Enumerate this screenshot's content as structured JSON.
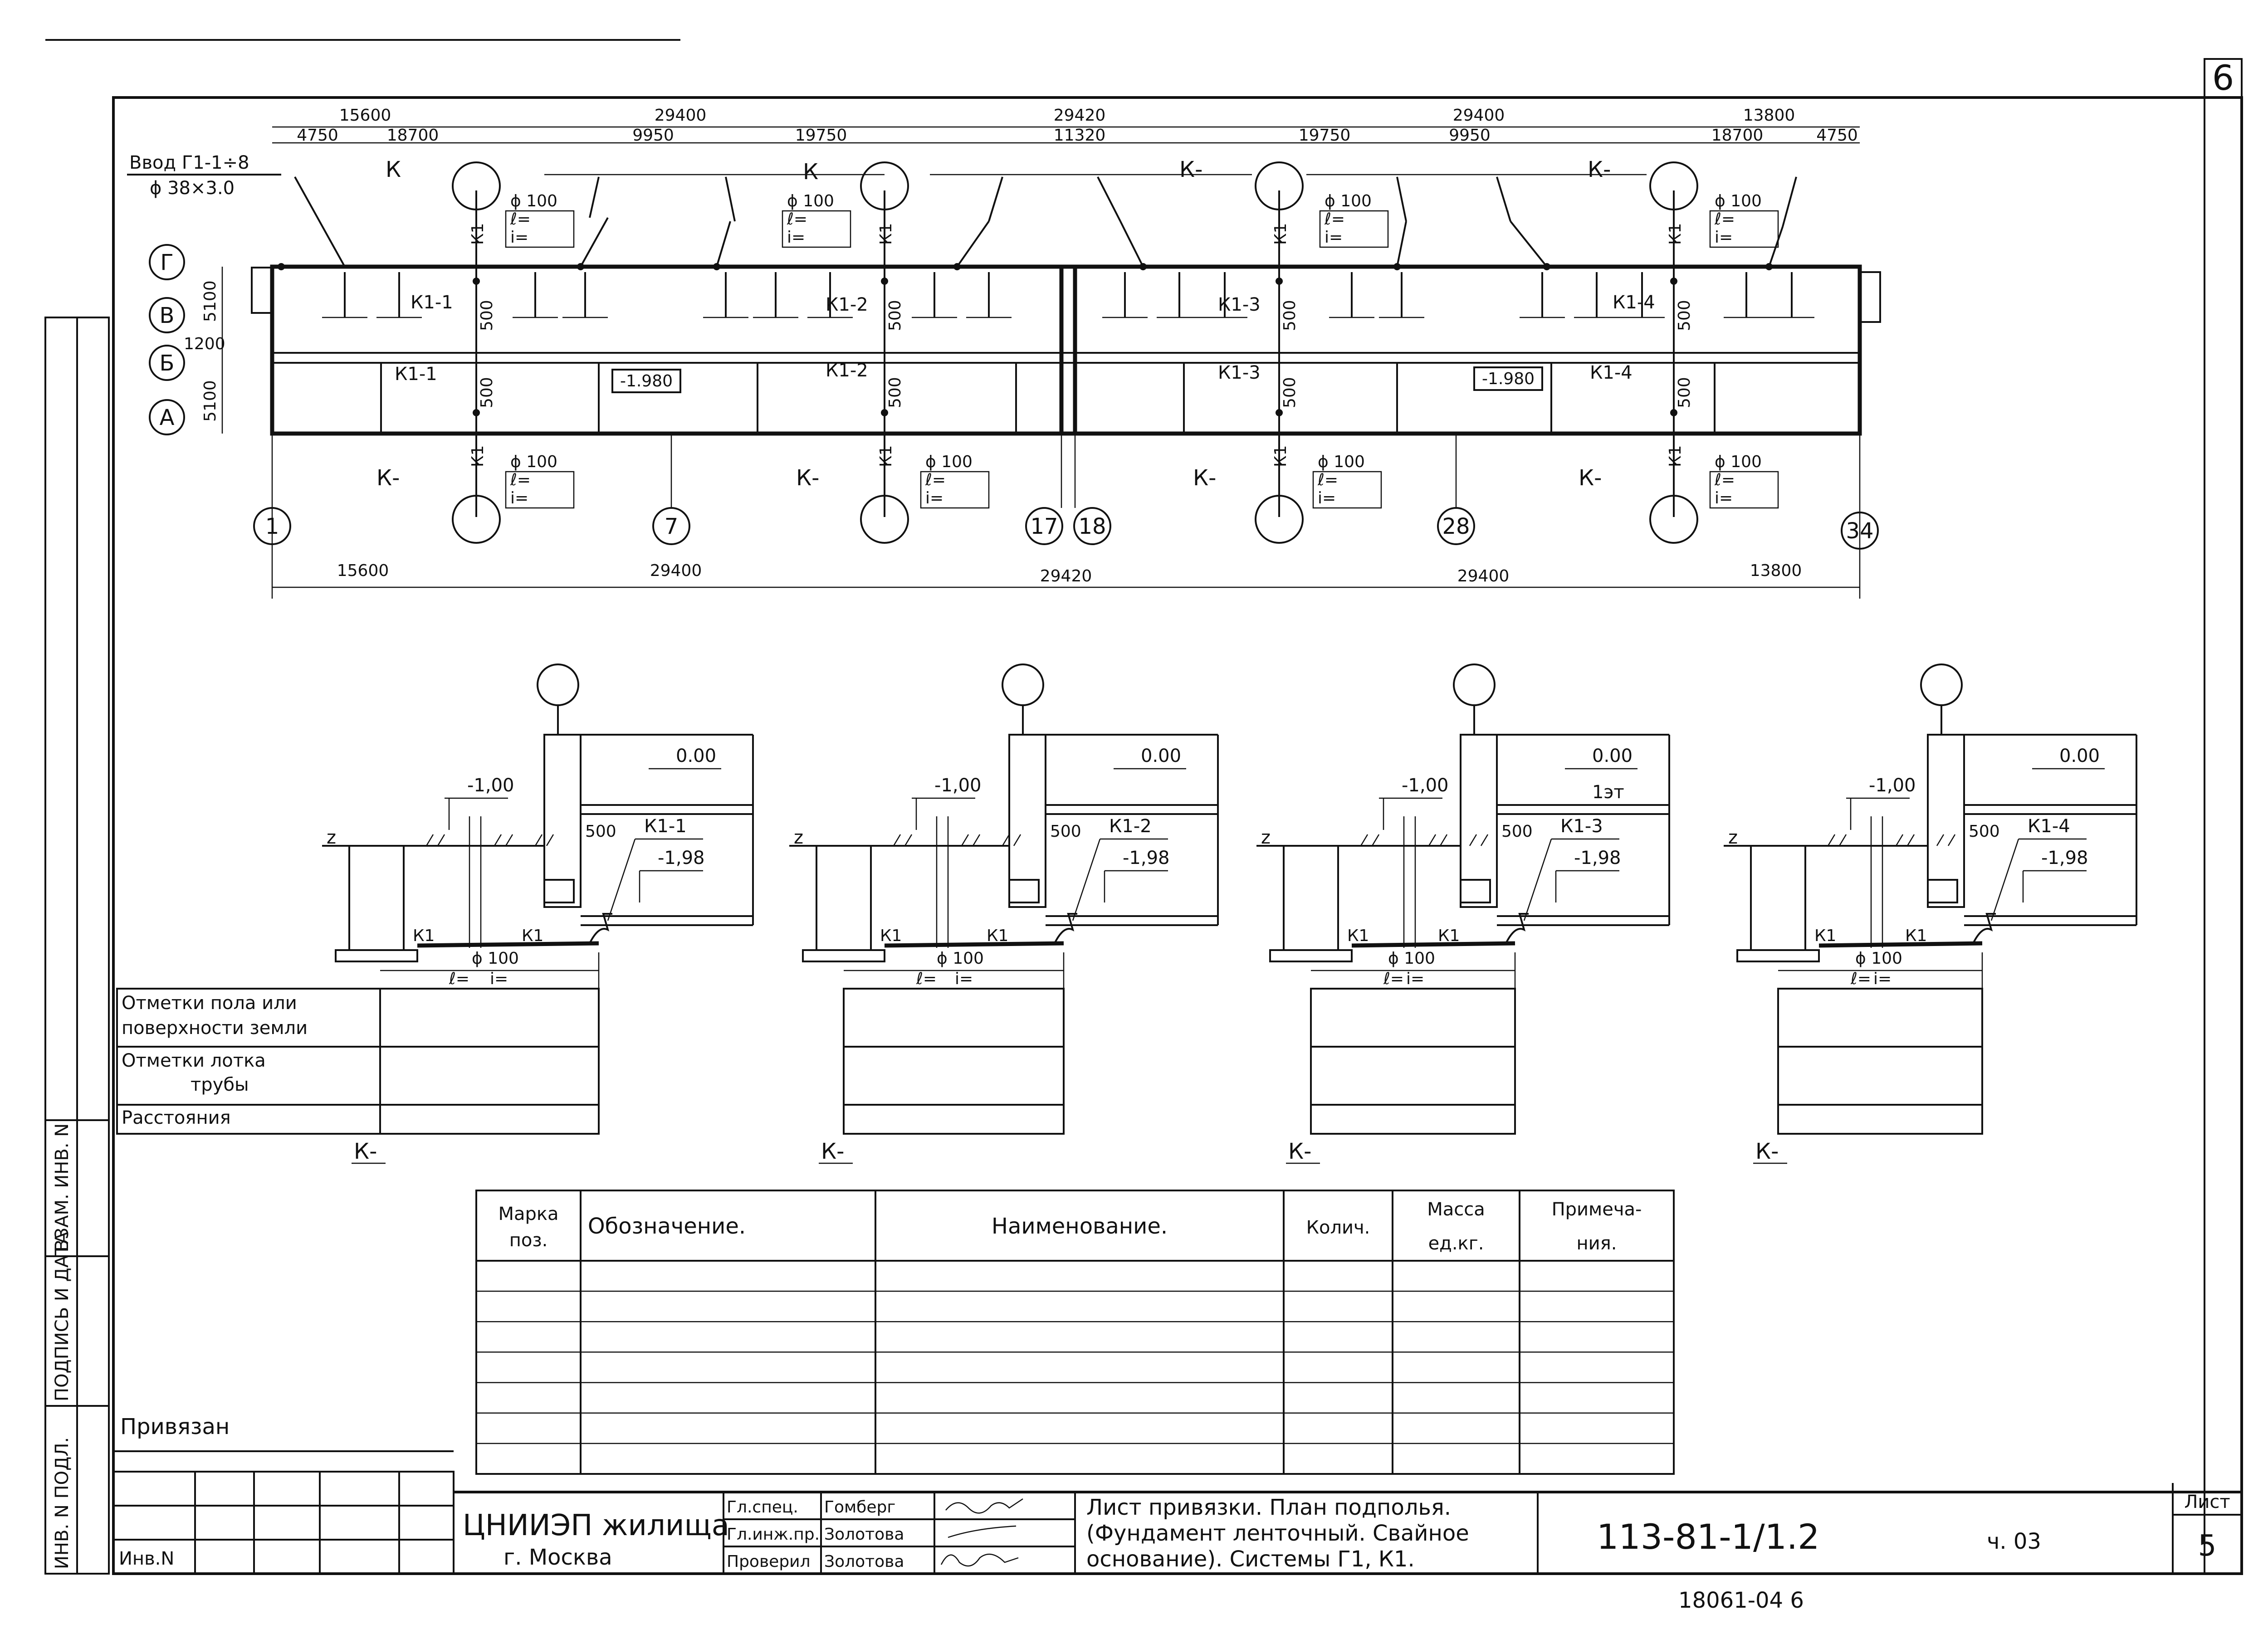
{
  "sheet": {
    "corner_number": "6",
    "sheet_number_label": "Лист",
    "sheet_number": "5",
    "document_code": "113-81-1/1.2",
    "part": "ч. 03",
    "bottom_note": "18061-04     6"
  },
  "side_stamp": {
    "vzam_inv": "ВЗАМ. ИНВ. N",
    "podpis_data": "ПОДПИСЬ И ДАТА",
    "inv_podl": "ИНВ. N ПОДЛ."
  },
  "plan": {
    "vvod_label": "Ввод Г1-1÷8",
    "vvod_pipe": "ϕ 38×3.0",
    "top_dims": [
      "15600",
      "29400",
      "29420",
      "29400",
      "13800"
    ],
    "top_sub_dims": [
      "4750",
      "18700",
      "9950",
      "19750",
      "11320",
      "19750",
      "9950",
      "18700",
      "4750"
    ],
    "bottom_dims": [
      "15600",
      "29400",
      "29420",
      "29400",
      "13800"
    ],
    "row_axes": [
      "Г",
      "В",
      "Б",
      "А"
    ],
    "row_dims": [
      "5100",
      "1200",
      "5100"
    ],
    "col_axes": [
      "1",
      "7",
      "17",
      "18",
      "28",
      "34"
    ],
    "elevations": [
      "-1.980",
      "-1.980"
    ],
    "dim_500": "500",
    "risers_top": [
      "К1-1",
      "К1-2",
      "К1-3",
      "К1-4"
    ],
    "risers_bottom": [
      "К1-1",
      "К1-2",
      "К1-3",
      "К1-4"
    ],
    "k1_label": "К1",
    "well_label_top": [
      "К",
      "К",
      "К-",
      "К-"
    ],
    "well_label_bottom": [
      "К-",
      "К-",
      "К-",
      "К-"
    ],
    "pipe_tag": {
      "diameter": "ϕ 100",
      "e": "ℓ=",
      "i": "i="
    }
  },
  "sections": [
    {
      "riser": "К1-1",
      "floor": "0.00",
      "floor_note": "",
      "ground": "-1,00",
      "dim": "500",
      "bottom": "-1,98",
      "pipe": "ϕ 100",
      "outlet": "К1",
      "well": "К-",
      "e": "ℓ=",
      "i": "i=",
      "z": "z"
    },
    {
      "riser": "К1-2",
      "floor": "0.00",
      "floor_note": "",
      "ground": "-1,00",
      "dim": "500",
      "bottom": "-1,98",
      "pipe": "ϕ 100",
      "outlet": "К1",
      "well": "К-",
      "e": "ℓ=",
      "i": "i=",
      "z": "z"
    },
    {
      "riser": "К1-3",
      "floor": "0.00",
      "floor_note": "1эт",
      "ground": "-1,00",
      "dim": "500",
      "bottom": "-1,98",
      "pipe": "ϕ 100",
      "outlet": "К1",
      "well": "К-",
      "e": "ℓ=",
      "i": "i=",
      "z": "z"
    },
    {
      "riser": "К1-4",
      "floor": "0.00",
      "floor_note": "",
      "ground": "-1,00",
      "dim": "500",
      "bottom": "-1,98",
      "pipe": "ϕ 100",
      "outlet": "К1",
      "well": "К-",
      "e": "ℓ=",
      "i": "i=",
      "z": "z"
    }
  ],
  "profile_rows": {
    "row1_line1": "Отметки пола или",
    "row1_line2": "поверхности земли",
    "row2_line1": "Отметки лотка",
    "row2_line2": "трубы",
    "row3": "Расстояния"
  },
  "spec_table": {
    "headers": {
      "mark_line1": "Марка",
      "mark_line2": "поз.",
      "designation": "Обозначение.",
      "name": "Наименование.",
      "qty": "Колич.",
      "mass_line1": "Масса",
      "mass_line2": "ед.кг.",
      "note_line1": "Примеча-",
      "note_line2": "ния."
    },
    "empty_rows": 7
  },
  "title_block": {
    "privyazan": "Привязан",
    "inv_no": "Инв.N",
    "org_line1": "ЦНИИЭП жилища",
    "org_line2": "г. Москва",
    "roles": [
      {
        "role": "Гл.спец.",
        "name": "Гомберг"
      },
      {
        "role": "Гл.инж.пр.",
        "name": "Золотова"
      },
      {
        "role": "Проверил",
        "name": "Золотова"
      }
    ],
    "title_line1": "Лист привязки. План подполья.",
    "title_line2": "(Фундамент ленточный. Свайное",
    "title_line3": "основание). Системы Г1, К1."
  }
}
